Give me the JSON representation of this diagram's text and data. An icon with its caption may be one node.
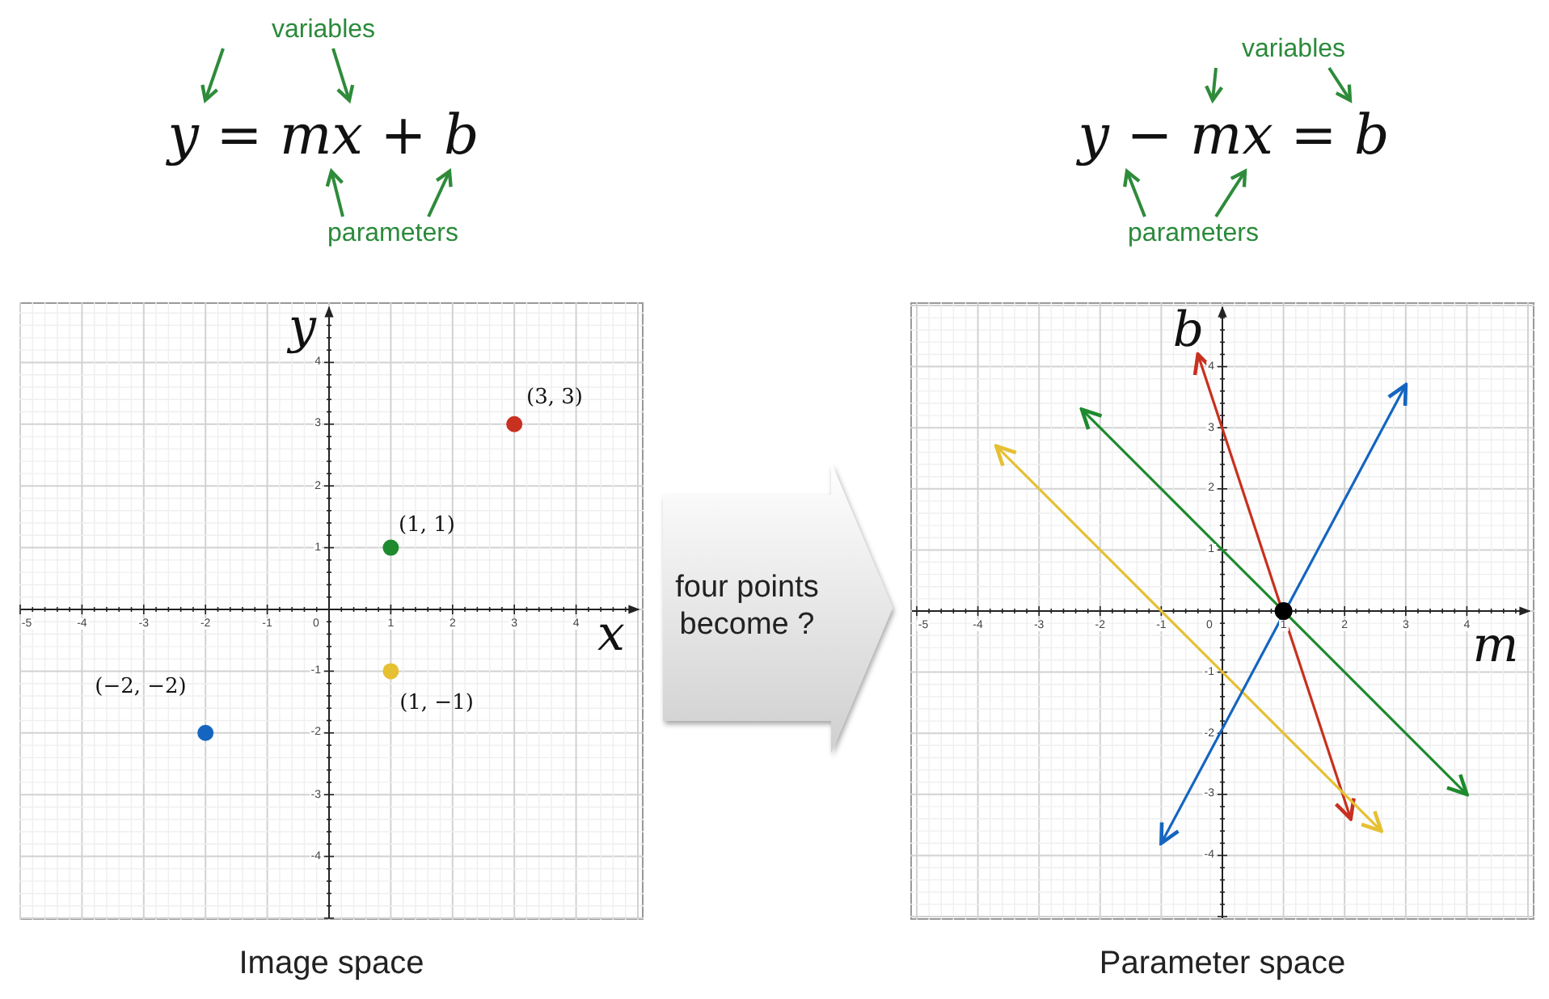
{
  "diagram": {
    "nodes": [
      {
        "text": [
          "variables"
        ]
      },
      {
        "text": [
          "y = mx + b"
        ]
      },
      {
        "text": [
          "parameters"
        ]
      },
      {
        "text": [
          "variables"
        ]
      },
      {
        "text": [
          "y − mx = b"
        ]
      },
      {
        "text": [
          "parameters"
        ]
      },
      {
        "text": [],
        "shape": "picture",
        "beside": [
          "Image space"
        ]
      },
      {
        "text": [],
        "shape": "picture",
        "beside": [
          "Parameter space"
        ]
      }
    ],
    "edges": [
      {
        "from": 0,
        "to": 1,
        "arrow": "to"
      },
      {
        "from": 0,
        "to": 1,
        "arrow": "to"
      },
      {
        "from": 2,
        "to": 1,
        "arrow": "to"
      },
      {
        "from": 2,
        "to": 1,
        "arrow": "to"
      },
      {
        "from": 3,
        "to": 4,
        "arrow": "to"
      },
      {
        "from": 3,
        "to": 4,
        "arrow": "to"
      },
      {
        "from": 5,
        "to": 4,
        "arrow": "to"
      },
      {
        "from": 5,
        "to": 4,
        "arrow": "to"
      },
      {
        "from": 6,
        "to": 7,
        "arrow": "to",
        "label": "four points become ?"
      }
    ],
    "labels": [
      "y",
      "4",
      "3",
      "2",
      "1",
      "(3, 3)",
      "(1, 1)",
      "-5",
      "-4",
      "-3",
      "-2",
      "-1",
      "0",
      "1",
      "2",
      "3",
      "4",
      "x",
      "(−2, −2)",
      "(1, −1)",
      "-1",
      "-2",
      "-3",
      "-4",
      "b",
      "4",
      "3",
      "2",
      "1",
      "-5",
      "-4",
      "-3",
      "-2",
      "-1",
      "0",
      "1",
      "2",
      "3",
      "4",
      "m",
      "-1",
      "-2",
      "-3",
      "-4"
    ]
  }
}
